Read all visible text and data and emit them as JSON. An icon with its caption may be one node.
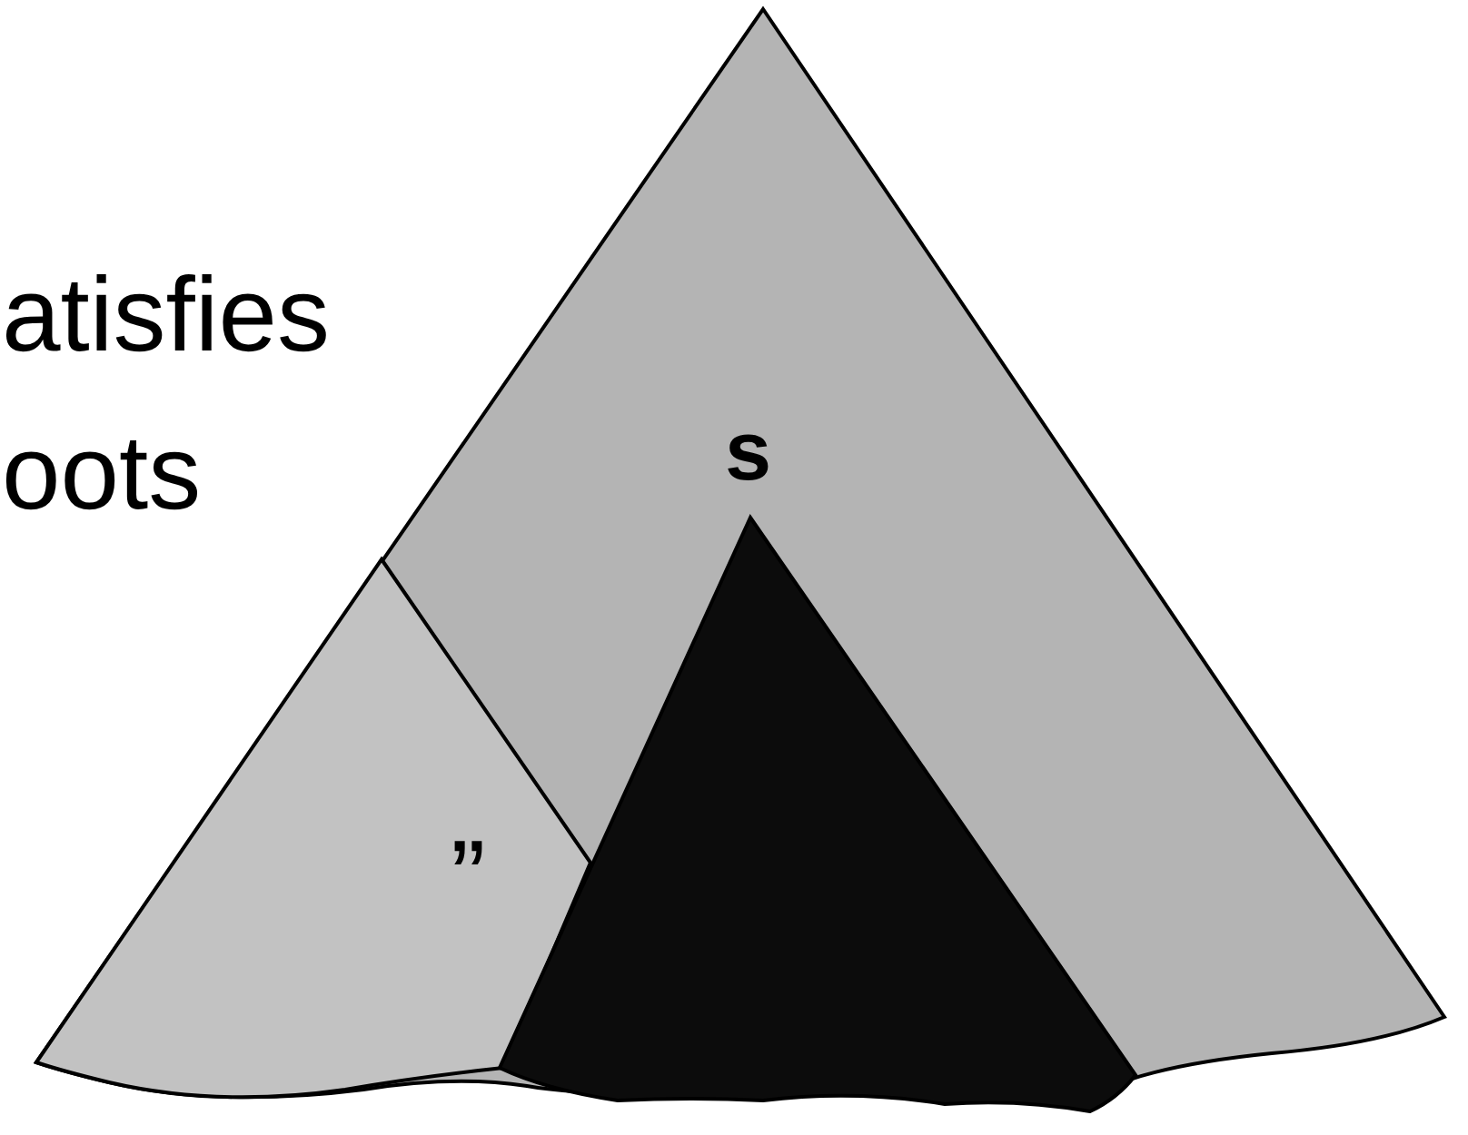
{
  "diagram": {
    "labels": [
      "atisfies",
      "oots",
      "”",
      "s"
    ]
  }
}
